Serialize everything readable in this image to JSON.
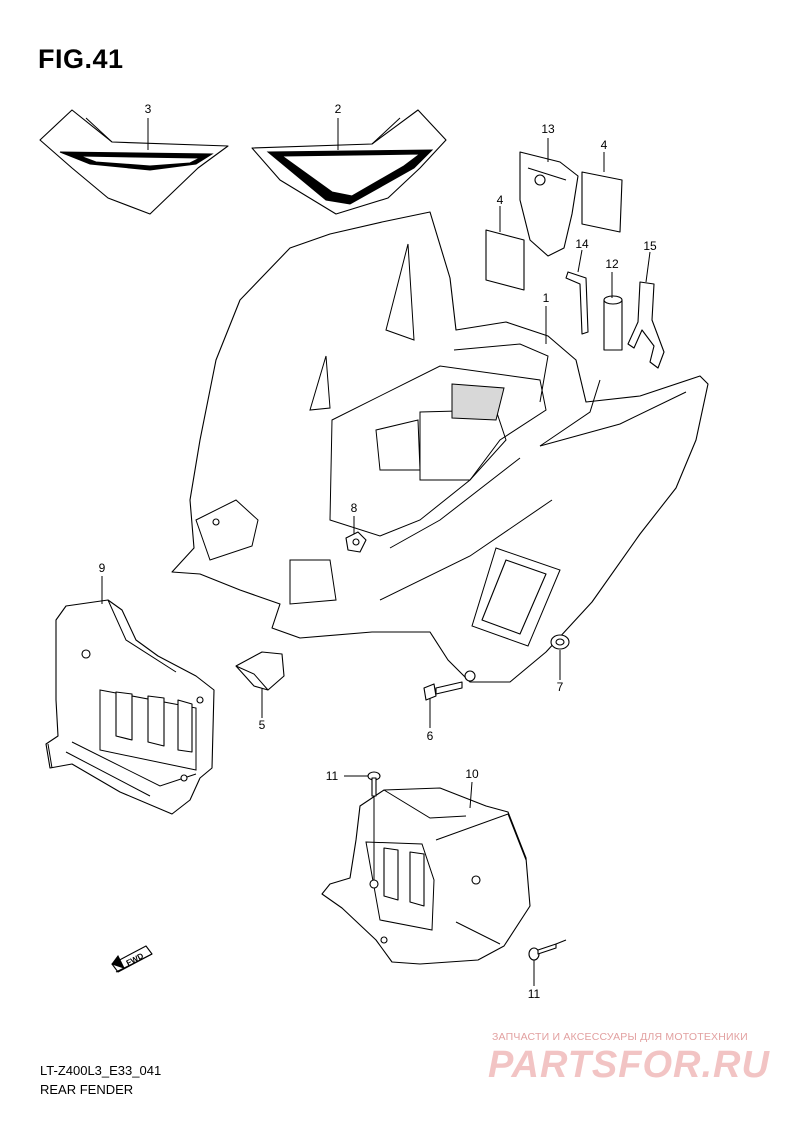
{
  "figure": {
    "title": "FIG.41",
    "code": "LT-Z400L3_E33_041",
    "name": "REAR FENDER"
  },
  "forward_marker": {
    "label": "FWD"
  },
  "callouts": [
    {
      "id": "p1",
      "label": "1"
    },
    {
      "id": "p2",
      "label": "2"
    },
    {
      "id": "p3",
      "label": "3"
    },
    {
      "id": "p4a",
      "label": "4"
    },
    {
      "id": "p4b",
      "label": "4"
    },
    {
      "id": "p5",
      "label": "5"
    },
    {
      "id": "p6",
      "label": "6"
    },
    {
      "id": "p7",
      "label": "7"
    },
    {
      "id": "p8",
      "label": "8"
    },
    {
      "id": "p9",
      "label": "9"
    },
    {
      "id": "p10",
      "label": "10"
    },
    {
      "id": "p11a",
      "label": "11"
    },
    {
      "id": "p11b",
      "label": "11"
    },
    {
      "id": "p12",
      "label": "12"
    },
    {
      "id": "p13",
      "label": "13"
    },
    {
      "id": "p14",
      "label": "14"
    },
    {
      "id": "p15",
      "label": "15"
    }
  ],
  "watermark": {
    "tagline": "ЗАПЧАСТИ И АКСЕССУАРЫ ДЛЯ МОТОТЕХНИКИ",
    "brand": "PARTSFOR.RU"
  }
}
